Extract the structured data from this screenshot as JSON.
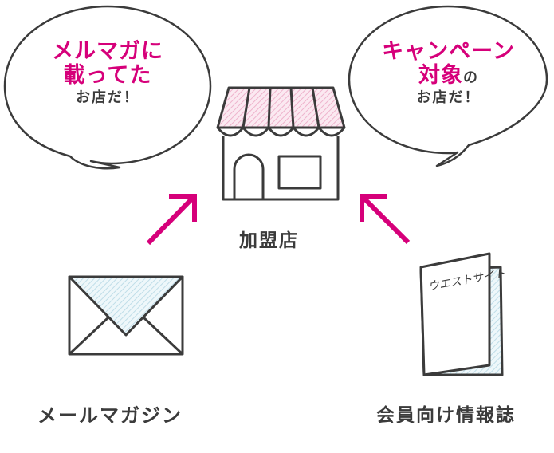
{
  "bubble_left": {
    "line1": "メルマガに",
    "line2": "載ってた",
    "line3": "お店だ！"
  },
  "bubble_right": {
    "line1": "キャンペーン",
    "line2": "対象",
    "line2_suffix": "の",
    "line3": "お店だ！"
  },
  "store_label": "加盟店",
  "newsletter_label": "メールマガジン",
  "magazine_label": "会員向け情報誌",
  "magazine_cover_text": "ウエストサイト",
  "colors": {
    "accent": "#d6007a",
    "stroke": "#3b3b3b",
    "awning_fill": "#f5d5e3",
    "envelope_fill": "#d9ecf3"
  }
}
